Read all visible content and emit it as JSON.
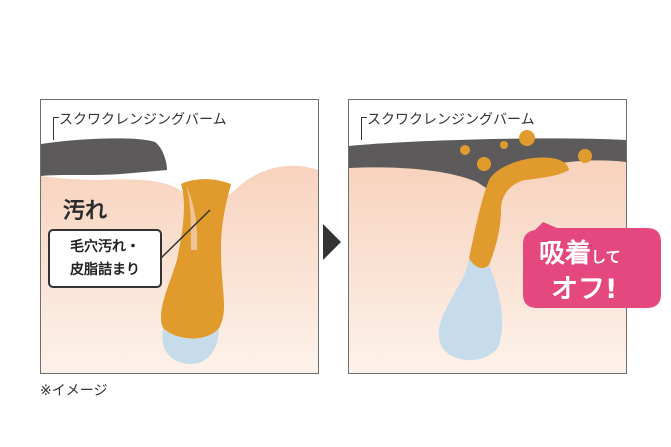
{
  "panels": {
    "left": {
      "balm_label": "スクワクレンジングバーム",
      "dirt_label": "汚れ",
      "callout": {
        "line1": "毛穴汚れ・",
        "line2": "皮脂詰まり"
      }
    },
    "right": {
      "balm_label": "スクワクレンジングバーム"
    }
  },
  "badge": {
    "big": "吸着",
    "small": "して",
    "line2": "オフ!"
  },
  "note": "※イメージ",
  "colors": {
    "skin_top": "#f6c9b0",
    "skin_bottom": "#fdf2ea",
    "balm": "#5d5a5c",
    "sebum": "#e09b2c",
    "pore": "#c6dceb",
    "badge": "#e5477f"
  }
}
